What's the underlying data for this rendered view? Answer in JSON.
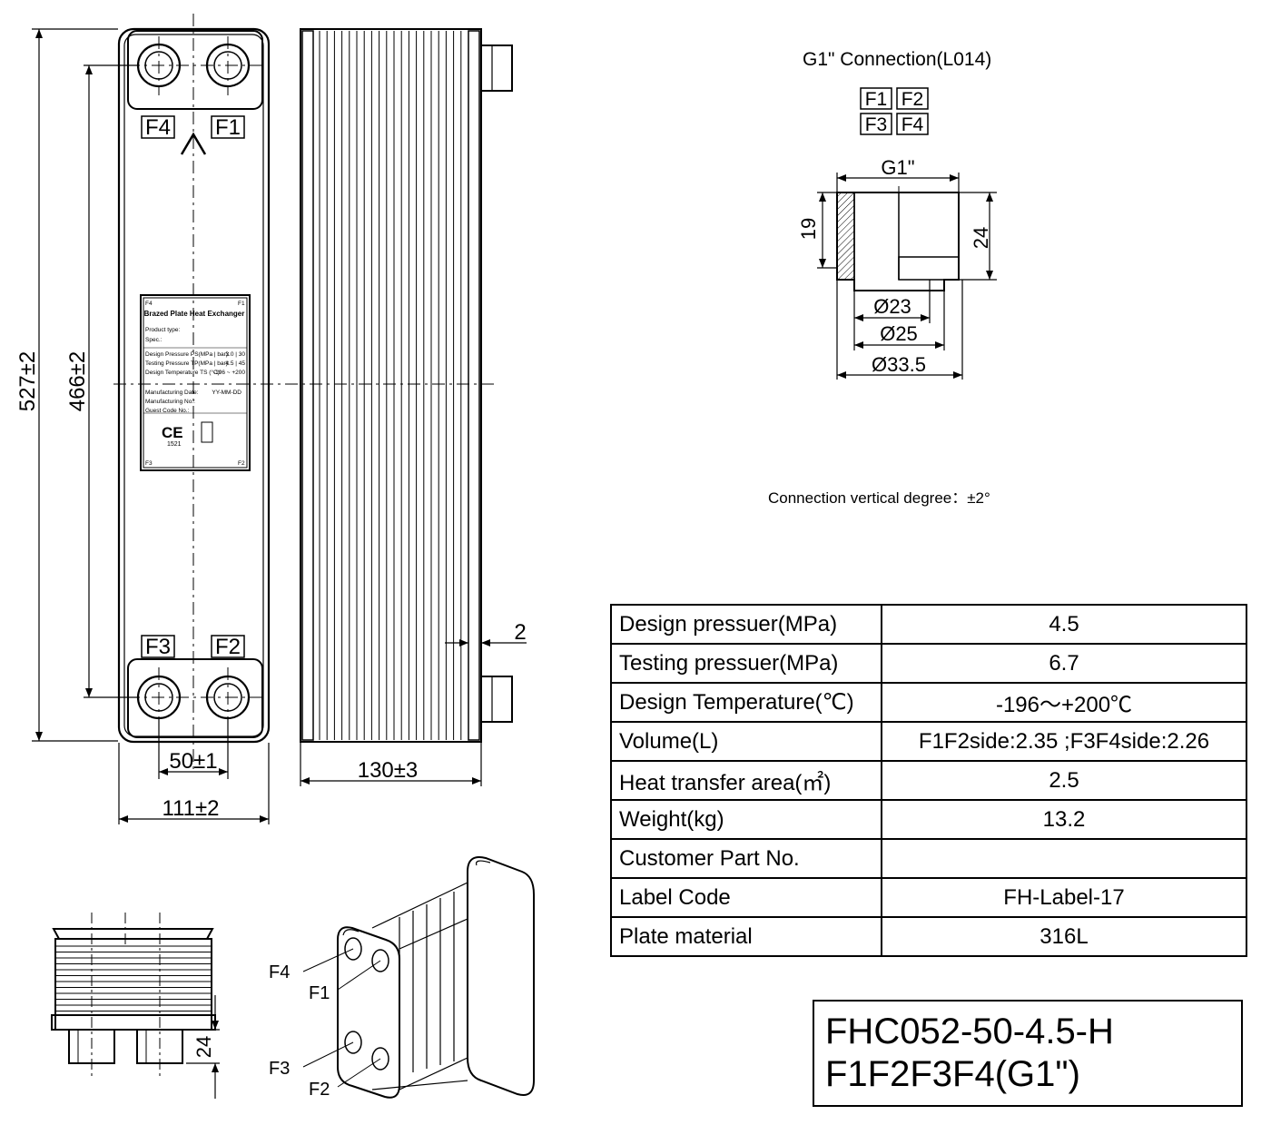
{
  "drawing": {
    "port_labels": {
      "f1": "F1",
      "f2": "F2",
      "f3": "F3",
      "f4": "F4"
    },
    "dimensions": {
      "overall_height": "527±2",
      "port_pitch_vertical": "466±2",
      "port_pitch_horizontal": "50±1",
      "overall_width": "111±2",
      "depth": "130±3",
      "end_plate": "2",
      "connection_length": "24"
    },
    "nameplate": {
      "title": "Brazed Plate Heat Exchanger",
      "rows": [
        "Product type:",
        "Spec.:",
        "Design Pressure PS(MPa | bar):",
        "Testing Pressure TP(MPa | bar):",
        "Design Temperature TS (°C):",
        "Manufacturing Date:",
        "Manufacturing No.:",
        "Guest Code No.:"
      ],
      "values": [
        "3.0  |  30",
        "4.5  |  45",
        "-196  ~  +200",
        "YY-MM-DD"
      ],
      "ce_mark": "CE",
      "ce_number": "1521",
      "corner_labels": [
        "F4",
        "F1",
        "F3",
        "F2"
      ]
    }
  },
  "connection": {
    "title": "G1\" Connection(L014)",
    "grid": [
      "F1",
      "F2",
      "F3",
      "F4"
    ],
    "thread": "G1\"",
    "dim_19": "19",
    "dim_24": "24",
    "d23": "Ø23",
    "d25": "Ø25",
    "d33": "Ø33.5",
    "vertical_note": "Connection vertical degree：±2°"
  },
  "spec_table": [
    {
      "label": "Design pressuer(MPa)",
      "value": "4.5"
    },
    {
      "label": "Testing pressuer(MPa)",
      "value": "6.7"
    },
    {
      "label": "Design Temperature(℃)",
      "value": "-196～+200℃"
    },
    {
      "label": "Volume(L)",
      "value": "F1F2side:2.35 ;F3F4side:2.26"
    },
    {
      "label": "Heat transfer area(㎡)",
      "value": "2.5"
    },
    {
      "label": "Weight(kg)",
      "value": "13.2"
    },
    {
      "label": "Customer Part No.",
      "value": ""
    },
    {
      "label": "Label Code",
      "value": "FH-Label-17"
    },
    {
      "label": "Plate material",
      "value": "316L"
    }
  ],
  "model": {
    "line1": "FHC052-50-4.5-H",
    "line2": "F1F2F3F4(G1\")"
  }
}
